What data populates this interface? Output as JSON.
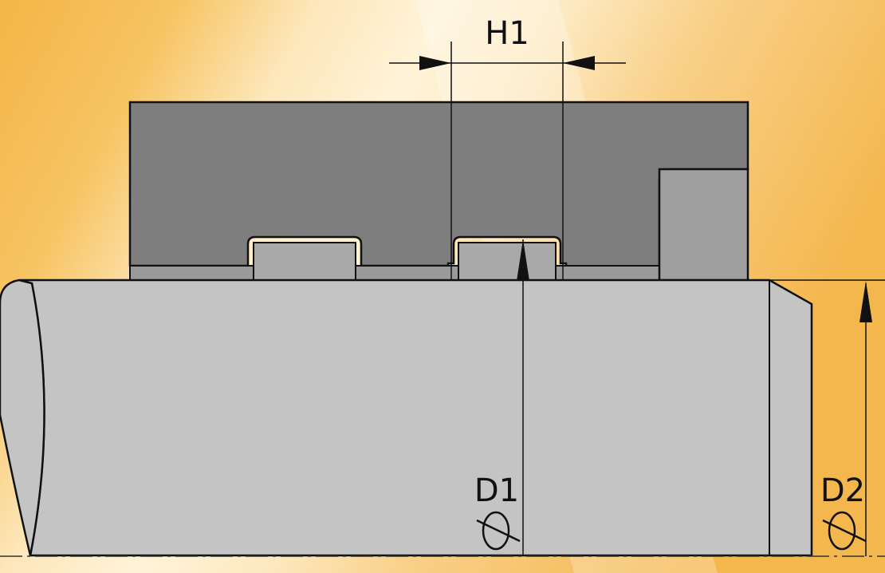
{
  "labels": {
    "gap_dimension": "H1",
    "inner_diameter": "D1",
    "outer_diameter": "D2"
  },
  "colors": {
    "background_light": "#fff1d0",
    "background_dark": "#f2b240",
    "housing": "#7f7f7f",
    "shaft": "#c4c4c4",
    "groove": "#a9a9a9",
    "outline": "#111111"
  }
}
